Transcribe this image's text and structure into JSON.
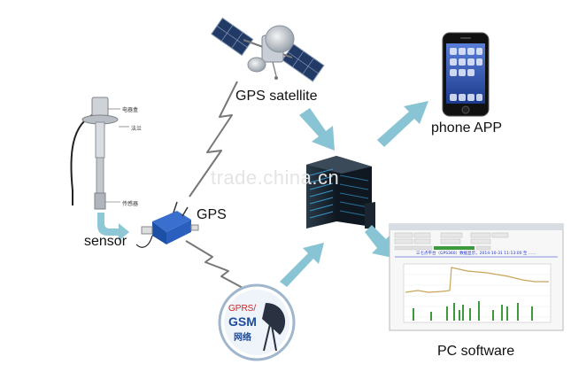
{
  "labels": {
    "gps_satellite": "GPS satellite",
    "phone_app": "phone APP",
    "gps": "GPS",
    "sensor": "sensor",
    "pc_software": "PC software"
  },
  "watermark": "trade.china.cn",
  "sensor_parts": {
    "part1": "电器盒",
    "part2": "法兰",
    "part3": "传感器"
  },
  "gsm_badge": {
    "line1": "GPRS/",
    "line2": "GSM",
    "line3": "网络"
  },
  "pc_screen_title": "三七点平台（GPS360）数据显示，2014-10-31 11:13:00 至 ……",
  "colors": {
    "arrow": "#88c4d4",
    "lightning": "#777777",
    "chart_line": "#c9a55a",
    "chart_bars": "#3c9a3c",
    "server": "#1d2a36",
    "gps_box": "#2255aa"
  }
}
